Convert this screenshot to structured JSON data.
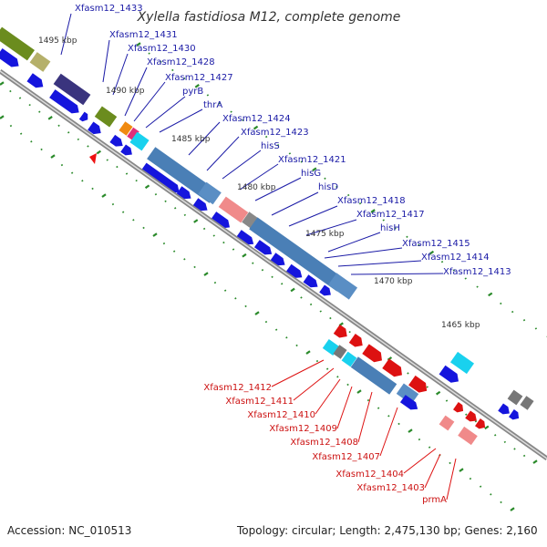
{
  "title": "Xylella fastidiosa M12, complete genome",
  "footer": {
    "accession": "Accession: NC_010513",
    "summary": "Topology: circular; Length: 2,475,130 bp; Genes: 2,160"
  },
  "colors": {
    "backbone": "#999999",
    "forward_label": "#1a1aa6",
    "reverse_label": "#cc1111",
    "tick": "#2a8a2a"
  },
  "kbp_marks": [
    {
      "text": "1495 kbp"
    },
    {
      "text": "1490 kbp"
    },
    {
      "text": "1485 kbp"
    },
    {
      "text": "1480 kbp"
    },
    {
      "text": "1475 kbp"
    },
    {
      "text": "1470 kbp"
    },
    {
      "text": "1465 kbp"
    }
  ],
  "forward_genes": [
    "Xfasm12_1433",
    "Xfasm12_1431",
    "Xfasm12_1430",
    "Xfasm12_1428",
    "Xfasm12_1427",
    "pyrB",
    "thrA",
    "Xfasm12_1424",
    "Xfasm12_1423",
    "hisS",
    "Xfasm12_1421",
    "hisG",
    "hisD",
    "Xfasm12_1418",
    "Xfasm12_1417",
    "hisH",
    "Xfasm12_1415",
    "Xfasm12_1414",
    "Xfasm12_1413"
  ],
  "reverse_genes": [
    "Xfasm12_1412",
    "Xfasm12_1411",
    "Xfasm12_1410",
    "Xfasm12_1409",
    "Xfasm12_1408",
    "Xfasm12_1407",
    "Xfasm12_1404",
    "Xfasm12_1403",
    "prmA"
  ]
}
